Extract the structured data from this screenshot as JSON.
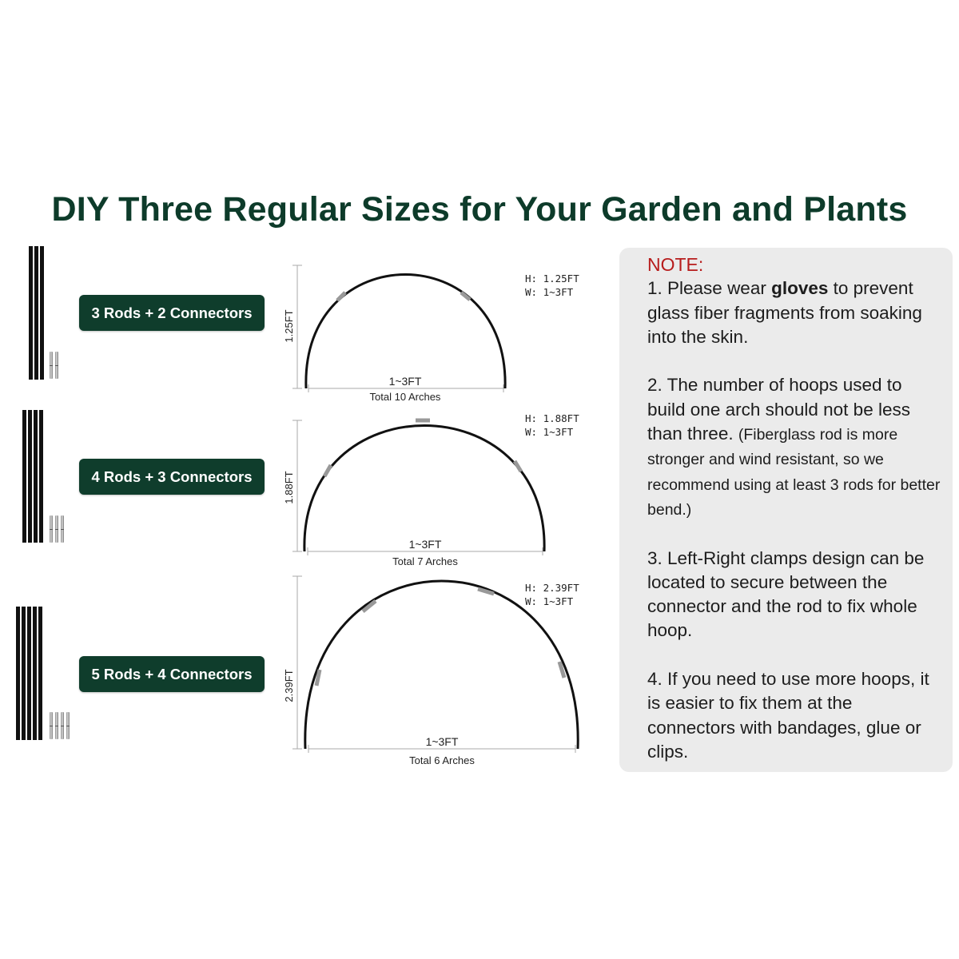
{
  "title": "DIY Three Regular Sizes for Your Garden and Plants",
  "colors": {
    "title": "#0d3b2a",
    "badge_bg": "#0f3d2c",
    "note_bg": "#ebebeb",
    "note_title": "#b71c1c",
    "rod": "#111111"
  },
  "kits": [
    {
      "label": "3 Rods + 2 Connectors",
      "rods": 3,
      "connectors": 2,
      "height_label": "1.25FT",
      "hw_h": "H: 1.25FT",
      "hw_w": "W: 1~3FT",
      "width_label": "1~3FT",
      "total": "Total 10 Arches"
    },
    {
      "label": "4 Rods + 3 Connectors",
      "rods": 4,
      "connectors": 3,
      "height_label": "1.88FT",
      "hw_h": "H: 1.88FT",
      "hw_w": "W: 1~3FT",
      "width_label": "1~3FT",
      "total": "Total 7 Arches"
    },
    {
      "label": "5 Rods + 4 Connectors",
      "rods": 5,
      "connectors": 4,
      "height_label": "2.39FT",
      "hw_h": "H: 2.39FT",
      "hw_w": "W: 1~3FT",
      "width_label": "1~3FT",
      "total": "Total 6 Arches"
    }
  ],
  "note": {
    "title": "NOTE:",
    "n1_pre": "1. Please wear ",
    "n1_bold": "gloves",
    "n1_post": " to prevent glass fiber fragments from soaking into the skin.",
    "n2_main": "2. The number of hoops used to build one arch should not be less than three. ",
    "n2_small": "(Fiberglass rod is more stronger and wind resistant, so we recommend using at least 3 rods for better bend.)",
    "n3": "3. Left-Right clamps design can be located to secure between the connector and the rod to fix whole hoop.",
    "n4": "4. If you need to use more hoops, it is easier to fix them at the connectors with bandages, glue or clips."
  }
}
